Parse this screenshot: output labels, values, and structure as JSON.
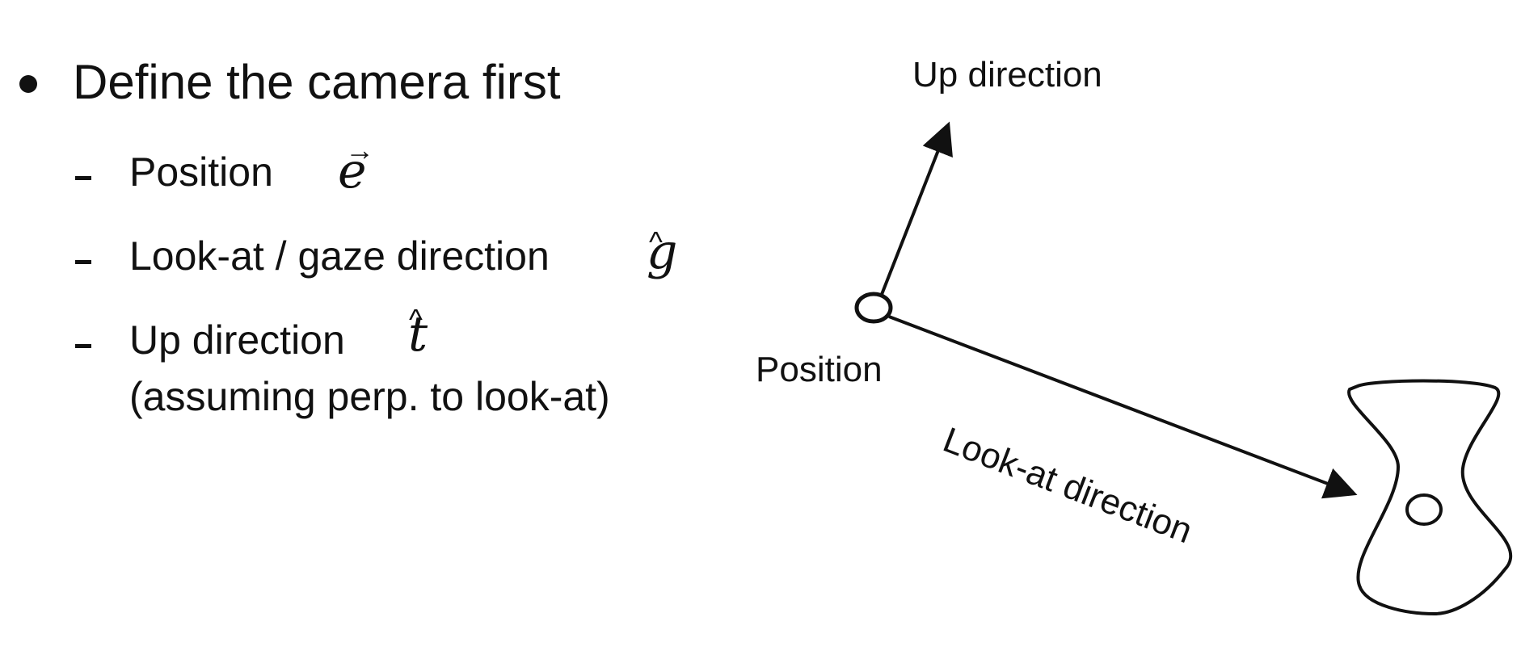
{
  "bullets": {
    "heading": "Define the camera first",
    "items": [
      {
        "label": "Position",
        "symbol": "e",
        "accent": "→"
      },
      {
        "label": "Look-at / gaze direction",
        "symbol": "g",
        "accent": "^"
      },
      {
        "label": "Up direction",
        "symbol": "t",
        "accent": "^",
        "note": "(assuming perp. to look-at)"
      }
    ]
  },
  "diagram": {
    "up_label": "Up direction",
    "position_label": "Position",
    "lookat_label": "Look-at direction"
  }
}
